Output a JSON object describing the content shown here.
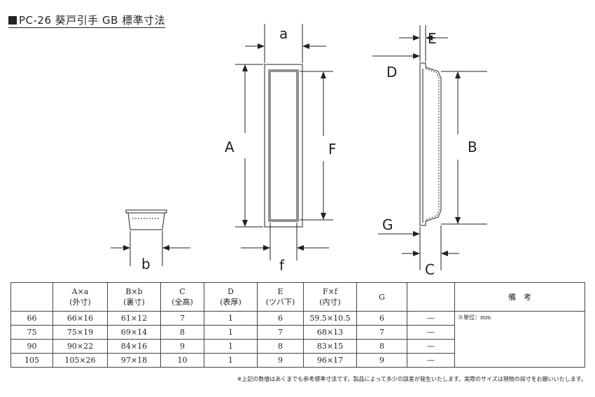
{
  "title": "PC-26 葵戸引手 GB 標準寸法",
  "dimension_labels": {
    "a": "a",
    "A": "A",
    "F": "F",
    "f": "f",
    "b": "b",
    "E": "E",
    "D": "D",
    "B": "B",
    "G": "G",
    "C": "C"
  },
  "table": {
    "headers": [
      {
        "main": "",
        "sub": ""
      },
      {
        "main": "A×a",
        "sub": "(外寸)"
      },
      {
        "main": "B×b",
        "sub": "(裏寸)"
      },
      {
        "main": "C",
        "sub": "(全高)"
      },
      {
        "main": "D",
        "sub": "(表厚)"
      },
      {
        "main": "E",
        "sub": "(ツバ下)"
      },
      {
        "main": "F×f",
        "sub": "(内寸)"
      },
      {
        "main": "G",
        "sub": ""
      },
      {
        "main": "",
        "sub": ""
      },
      {
        "main": "備　考",
        "sub": ""
      }
    ],
    "rows": [
      [
        "66",
        "66×16",
        "61×12",
        "7",
        "1",
        "6",
        "59.5×10.5",
        "6",
        "—"
      ],
      [
        "75",
        "75×19",
        "69×14",
        "8",
        "1",
        "7",
        "68×13",
        "7",
        "—"
      ],
      [
        "90",
        "90×22",
        "84×16",
        "9",
        "1",
        "8",
        "83×15",
        "8",
        "—"
      ],
      [
        "105",
        "105×26",
        "97×18",
        "10",
        "1",
        "9",
        "96×17",
        "9",
        "—"
      ]
    ],
    "note": "※単位：mm"
  },
  "footnote": "※上記の数値はあくまでも参考標準寸法です。製品によって多少の誤差が発生いたします。実際のサイズは現物の採寸をお願いいたします。"
}
